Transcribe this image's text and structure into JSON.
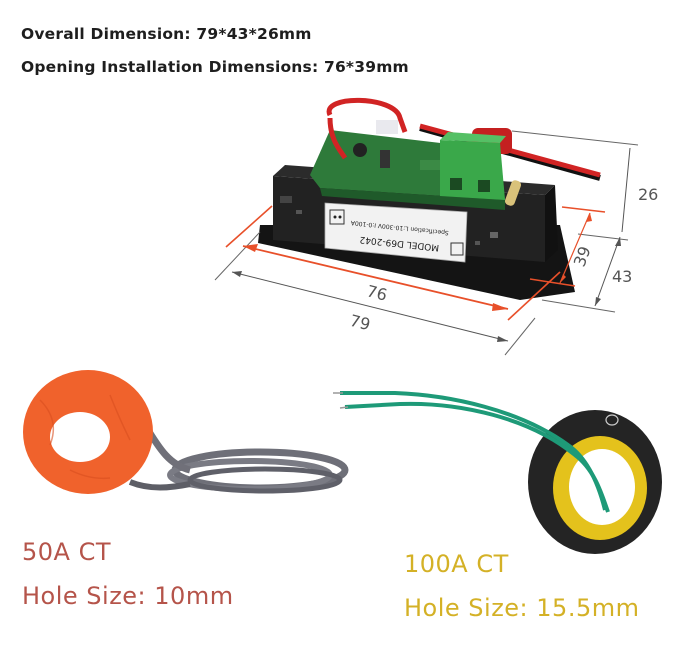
{
  "specs": {
    "overall": "Overall Dimension: 79*43*26mm",
    "opening": "Opening Installation Dimensions: 76*39mm"
  },
  "meter_image": {
    "label_model": "MODEL  D69-2042",
    "label_spec": "Specification L:10-300V I:0-100A",
    "dimensions": {
      "width_outer": "79",
      "width_opening": "76",
      "height_outer": "43",
      "height_opening": "39",
      "depth": "26"
    },
    "colors": {
      "opening_dim_lines": "#e8502a",
      "outer_dim_lines": "#555555",
      "terminal_block": "#3aa84a",
      "pcb": "#2e7a3a",
      "housing": "#1c1c1c"
    }
  },
  "ct_50": {
    "title": "50A CT",
    "hole_size": "Hole Size: 10mm",
    "color": "#b5544a"
  },
  "ct_100": {
    "title": "100A CT",
    "hole_size": "Hole Size: 15.5mm",
    "color": "#d4b126"
  }
}
